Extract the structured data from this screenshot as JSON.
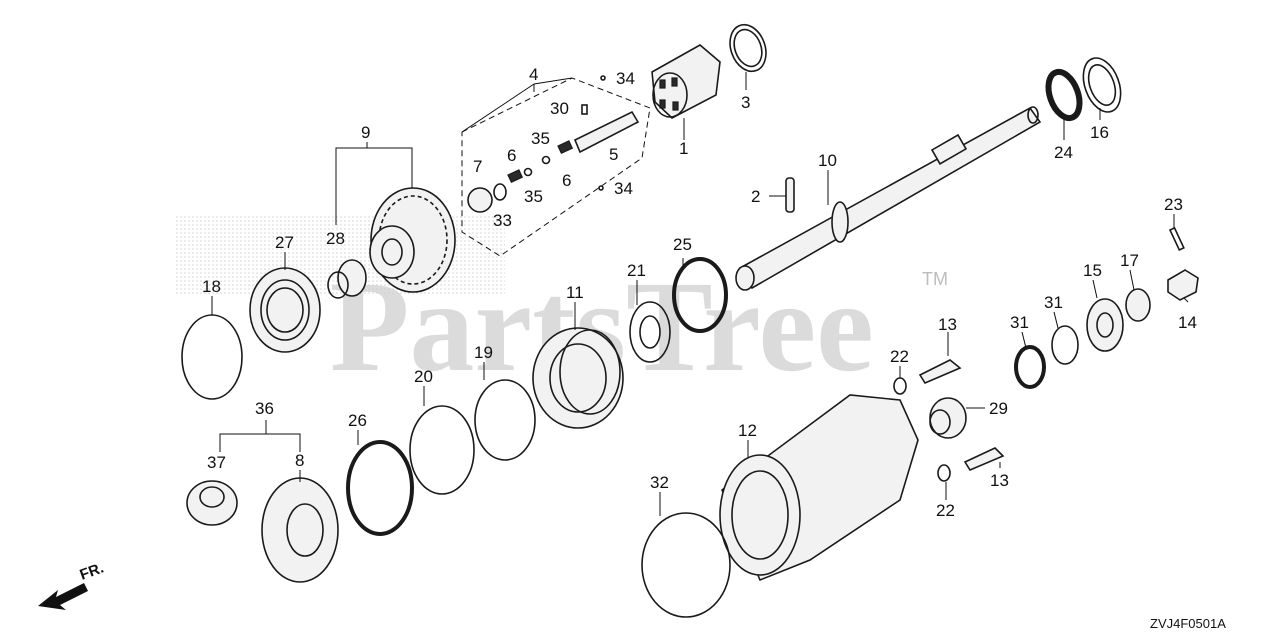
{
  "watermark": {
    "text": "PartsTree",
    "trademark": "TM"
  },
  "diagram_code": "ZVJ4F0501A",
  "direction_label": "FR.",
  "callouts": {
    "c1": "1",
    "c2": "2",
    "c3": "3",
    "c4": "4",
    "c5": "5",
    "c6a": "6",
    "c6b": "6",
    "c7": "7",
    "c8": "8",
    "c9": "9",
    "c10": "10",
    "c11": "11",
    "c12": "12",
    "c13a": "13",
    "c13b": "13",
    "c14": "14",
    "c15": "15",
    "c16": "16",
    "c17": "17",
    "c18": "18",
    "c19": "19",
    "c20": "20",
    "c21": "21",
    "c22a": "22",
    "c22b": "22",
    "c23": "23",
    "c24": "24",
    "c25": "25",
    "c26": "26",
    "c27": "27",
    "c28": "28",
    "c29": "29",
    "c30": "30",
    "c31a": "31",
    "c31b": "31",
    "c32": "32",
    "c33": "33",
    "c34a": "34",
    "c34b": "34",
    "c35a": "35",
    "c35b": "35",
    "c36": "36",
    "c37": "37"
  }
}
